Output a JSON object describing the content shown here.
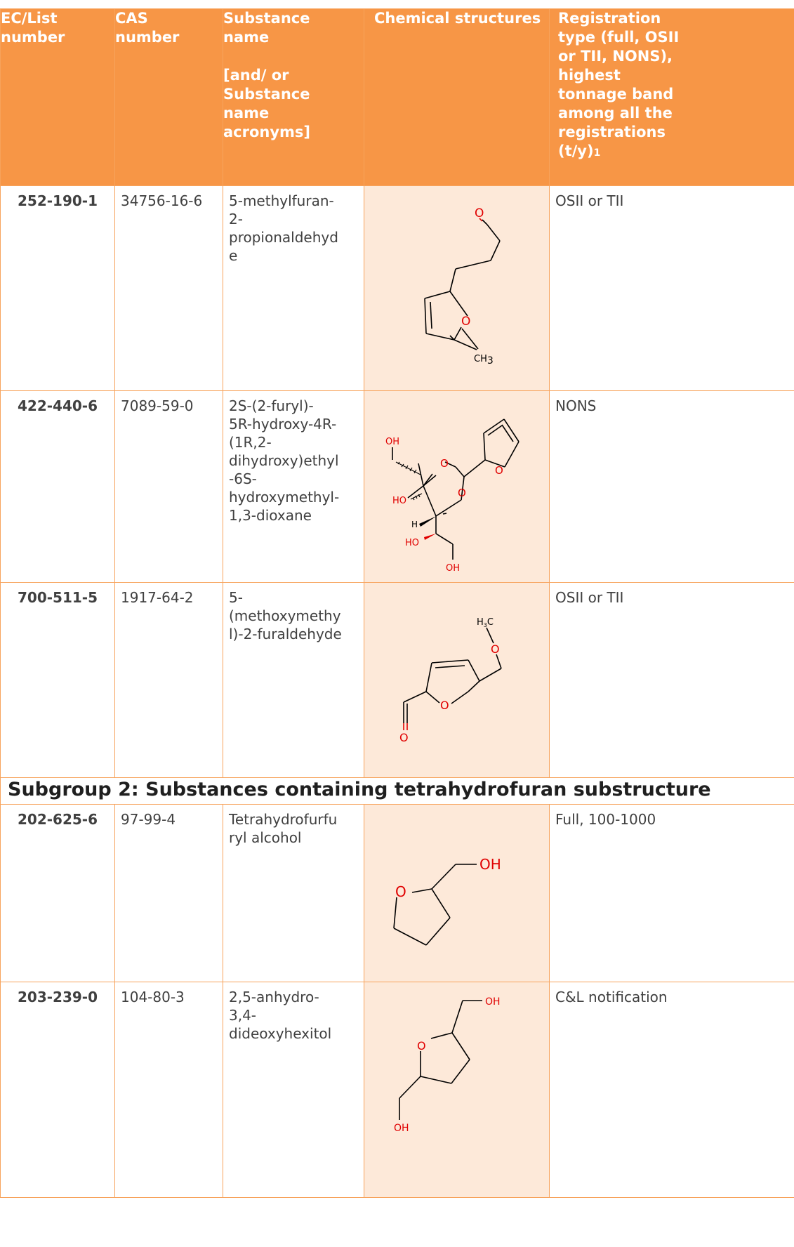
{
  "columns": [
    "EC/List\nnumber",
    "CAS\nnumber",
    "Substance\nname\n\n[and/ or\nSubstance\nname\nacronyms]",
    "Chemical structures",
    "Registration\ntype (full, OSII\nor TII, NONS),\nhighest\ntonnage band\namong all the\nregistrations\n(t/y)"
  ],
  "footnote_marker": "1",
  "rows": [
    {
      "ec": "252-190-1",
      "cas": "34756-16-6",
      "name": "5-methylfuran-\n2-\npropionaldehyd\ne",
      "reg": "OSII or TII"
    },
    {
      "ec": "422-440-6",
      "cas": "7089-59-0",
      "name": "2S-(2-furyl)-\n5R-hydroxy-4R-\n(1R,2-\ndihydroxy)ethyl\n-6S-\nhydroxymethyl-\n1,3-dioxane",
      "reg": "NONS"
    },
    {
      "ec": "700-511-5",
      "cas": "1917-64-2",
      "name": "5-\n(methoxymethy\nl)-2-furaldehyde",
      "reg": "OSII or TII"
    },
    {
      "ec": "202-625-6",
      "cas": "97-99-4",
      "name": "Tetrahydrofurfu\nryl alcohol",
      "reg": "Full, 100-1000"
    },
    {
      "ec": "203-239-0",
      "cas": "104-80-3",
      "name": "2,5-anhydro-\n3,4-\ndideoxyhexitol",
      "reg": "C&L notification"
    }
  ],
  "subgroup_heading": "Subgroup 2: Substances containing tetrahydrofuran substructure",
  "atom_labels": {
    "O": "O",
    "OH": "OH",
    "HO": "HO",
    "H": "H",
    "CH": "CH",
    "CH_sub": "3",
    "H3C_H": "H",
    "H3C_sub": "3",
    "H3C_C": "C"
  },
  "colors": {
    "header_bg": "#f79646",
    "structure_bg": "#fde9d9",
    "border": "#f7a35c",
    "heteroatom": "#e00000"
  }
}
